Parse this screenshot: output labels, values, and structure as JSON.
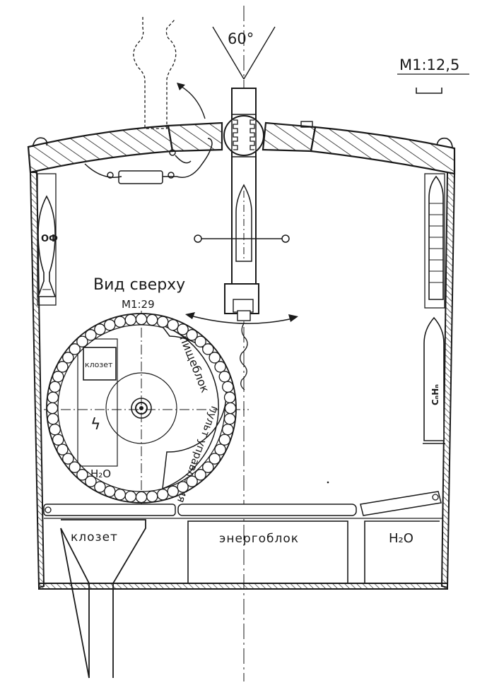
{
  "drawing": {
    "angle_label": "60°",
    "scale_main": "M1:12,5",
    "top_view_title": "Вид сверху",
    "top_view_scale": "M1:29",
    "food_block": "пищеблок",
    "control_panel": "пульт управления",
    "closet_small": "клозет",
    "water_small": "H₂O",
    "closet_large": "клозет",
    "energy_block": "энергоблок",
    "water_large": "H₂O",
    "munition_label": "ОФ",
    "fuel_label": "CₙHₙ",
    "lightning_symbol": "ϟ"
  }
}
